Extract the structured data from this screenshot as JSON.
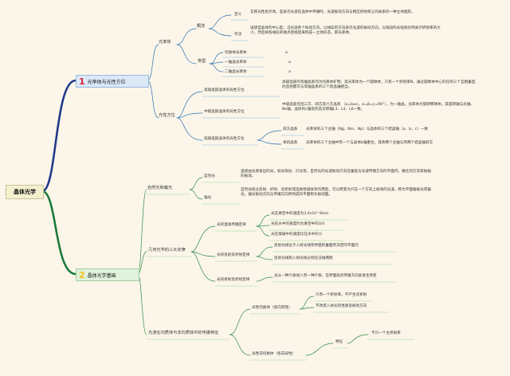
{
  "root": "晶体光学",
  "branch1": {
    "num": "1",
    "label": "光率体与光性方位",
    "guanglvti": {
      "label": "光率体",
      "gainian": {
        "label": "概念",
        "dingyi_label": "定义",
        "dingyi_text": "又称光性指示体。是表示光波在晶体中传播时，光波振动方向与相应折射率之间关系的一种立体图形。",
        "zuofa_label": "作法",
        "zuofa_text": "设想自晶体的中心起，沿光波各个振动方向，以线段的方向表示光波的振动方向，以线段的长短按比例表示折射率的大小，然后将各线段的端点连接起来构成一立体形态，即光率体。"
      },
      "leixing": {
        "label": "类型",
        "items": [
          "均质体光率体",
          "一轴晶光率体",
          "二轴晶光率体"
        ],
        "marks": [
          "a",
          "a",
          "a"
        ]
      }
    },
    "guangxing": {
      "label": "光性方位",
      "high": {
        "label": "高级晶族晶体的光性方位",
        "text": "高级晶族的等轴晶系均为均质体矿物，其光率体为一个圆球体，只有一个折射率N，通过圆球体中心的任何三个互相垂直的直径都可与等轴晶系的三个结晶轴相当。"
      },
      "mid": {
        "label": "中级晶族晶体的光性方位",
        "text": "中级晶族包括三方、四方及六方晶系 （a=b≠c，α=β=γ=90°），为一轴晶。光率体为旋转椭球体，其旋转轴与光轴、Ne轴、晶体的c轴及形态对称轴L3、L4、L6一致。"
      },
      "low": {
        "label": "低级晶族晶体的光性方位",
        "xie_label": "斜方晶系",
        "xie_text": "光率体的三个主轴（Ng、Nm、Np）与晶体的三个结晶轴（a、b、c）一致",
        "dan_label": "单斜晶系",
        "dan_text": "光率体的三个主轴中有一个与晶体b轴重合，其余两个主轴与另两个结晶轴斜交"
      }
    }
  },
  "branch2": {
    "num": "2",
    "label": "晶体光学基础",
    "ziran": {
      "label": "自然光和偏光",
      "zrg_label": "自然光",
      "zrg_text": "直接由光源发出的光，如太阳光、灯光等。自然光的光波振动方向在垂直与光波传播方向的平面内，做任何方向等振幅的振动。",
      "pg_label": "偏光",
      "pg_text": "自然光经过反射、折射、双折射或选择性吸收等作用后，可以转变为只在一个方向上振动的光波，称为平面偏振光或偏光。偏光振动方向与传播方向所构成的平面称为振动面。"
    },
    "jihe": {
      "label": "几何光学的三大定律",
      "zhixian": {
        "label": "光的直线传播定律",
        "items": [
          "光在真空中的速度为3.0x10^8m/s",
          "光在水中的速度约为真空中的3/4",
          "光在玻璃中的速度比在水中的小"
        ]
      },
      "fanshe": {
        "label": "光的反射及折射定律",
        "items": [
          "反射光线位于入射光线和界面的垂面所决定的平面内",
          "反射光线和入射光线分别在法线两侧"
        ]
      },
      "zheshe": {
        "label": "光的折射及折射定律",
        "text": "光从一种介质进入另一种介质，在界面处的传播方向会发生改变"
      }
    },
    "chuanbo": {
      "label": "光波在均质体与非均质体中的传播特征",
      "jun": {
        "label": "光性均质体（各向同性）",
        "items": [
          "只有一个折射率，不产生双折射",
          "不改变入射光的性质及振动方向"
        ]
      },
      "fei": {
        "label": "光性非均质体（各向异性）",
        "tezheng": "特征",
        "tezheng_text": "不只一个主折射率"
      }
    }
  }
}
